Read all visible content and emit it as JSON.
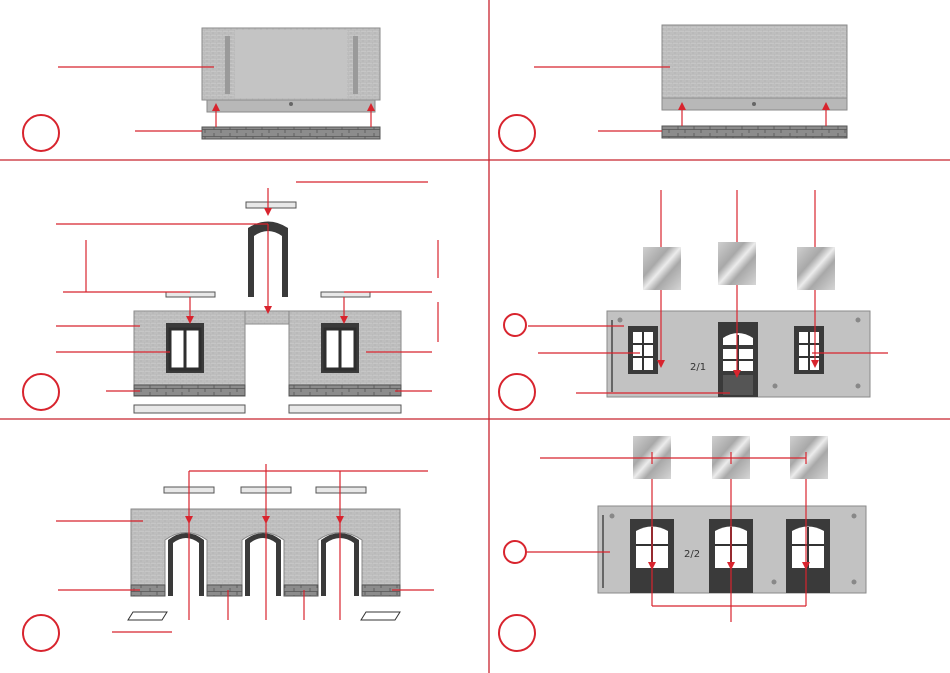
{
  "figure": {
    "panels": [
      {
        "id": "p1",
        "step_label": ""
      },
      {
        "id": "p2",
        "step_label": ""
      },
      {
        "id": "p3",
        "step_label": ""
      },
      {
        "id": "p4",
        "step_label": "",
        "part_code": "2/1"
      },
      {
        "id": "p5",
        "step_label": ""
      },
      {
        "id": "p6",
        "step_label": "",
        "part_code": "2/2"
      }
    ]
  },
  "colors": {
    "accent": "#d8242e",
    "wall": "#bdbdbd",
    "frame": "#2e2e2e",
    "plinth": "#7a7a7a"
  }
}
